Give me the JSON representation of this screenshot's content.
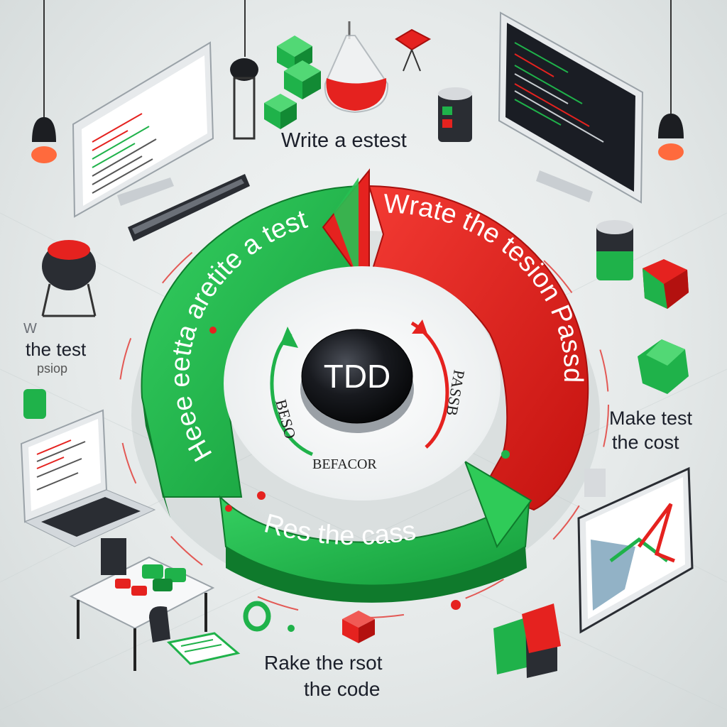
{
  "colors": {
    "green": "#1fb24a",
    "green_dark": "#128a34",
    "red": "#e5221f",
    "red_dark": "#b3110f",
    "center_button": "#111318",
    "text": "#1b1f2a"
  },
  "labels": {
    "top": "Write a estest",
    "left_faint": "W",
    "left_line1": "the test",
    "left_line2": "psiop",
    "right_line1": "Make test",
    "right_line2": "the cost",
    "bottom_line1": "Rake the rsot",
    "bottom_line2": "the code"
  },
  "ring": {
    "green_arc_text": "Heee eetta aretite a test",
    "red_arc_text": "Wrate the tesion Passd",
    "bottom_arc_text": "Res the cass"
  },
  "center": {
    "title": "TDD",
    "inner_left": "BESO",
    "inner_bottom": "BEFACOR",
    "inner_right": "PASSB"
  },
  "icons": {
    "lamp_left": "pendant-lamp-icon",
    "lamp_right": "pendant-lamp-icon",
    "monitor_left": "monitor-code-icon",
    "monitor_right": "monitor-code-icon",
    "laptop": "laptop-icon",
    "desk": "desk-icon",
    "tablet": "tablet-chart-icon",
    "flask": "flask-icon",
    "cubes": "cube-icon"
  }
}
